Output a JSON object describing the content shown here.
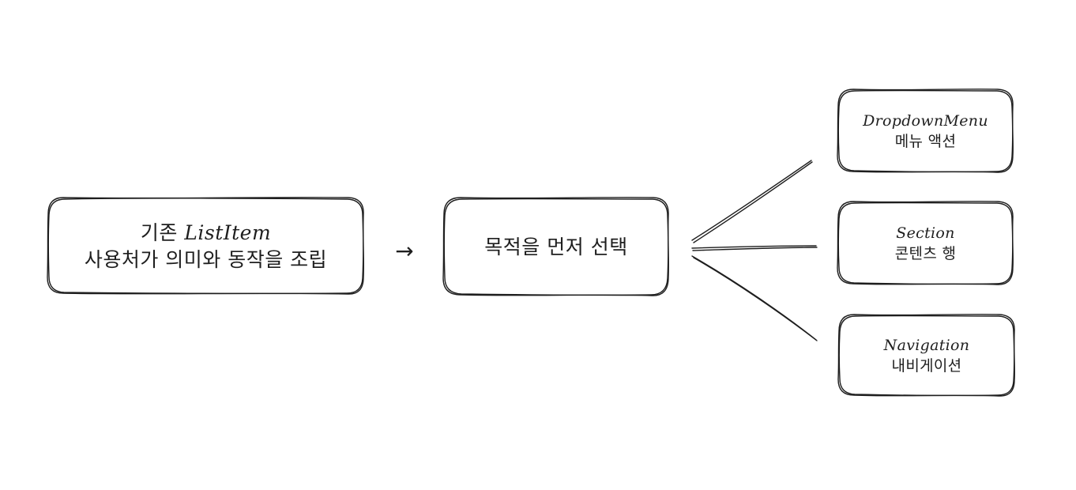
{
  "nodes": {
    "legacy": {
      "line1_prefix": "기존 ",
      "line1_code": "ListItem",
      "line2": "사용처가 의미와 동작을 조립"
    },
    "purpose": {
      "label": "목적을 먼저 선택"
    },
    "dropdown": {
      "title": "DropdownMenu",
      "subtitle": "메뉴 액션"
    },
    "section": {
      "title": "Section",
      "subtitle": "콘텐츠 행"
    },
    "navigation": {
      "title": "Navigation",
      "subtitle": "내비게이션"
    }
  },
  "arrow": {
    "glyph": "→"
  },
  "colors": {
    "stroke": "#1e1e1e",
    "background": "#ffffff"
  }
}
